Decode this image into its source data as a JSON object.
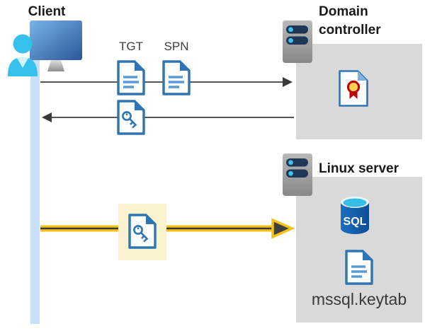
{
  "client": {
    "label": "Client"
  },
  "tickets": {
    "tgt_label": "TGT",
    "spn_label": "SPN"
  },
  "domain_controller": {
    "label": "Domain controller"
  },
  "linux_server": {
    "label": "Linux server",
    "sql_label": "SQL",
    "keytab_label": "mssql.keytab"
  },
  "icons": {
    "client": "person-at-computer-icon",
    "domain_controller": "server-icon",
    "linux_server": "server-icon",
    "tgt": "document-icon",
    "spn": "document-icon",
    "service_ticket": "key-document-icon",
    "highlighted_ticket": "key-document-icon",
    "certificate": "certificate-icon",
    "database": "sql-database-icon",
    "keytab_file": "document-icon"
  },
  "colors": {
    "doc_border_blue": "#2E75B6",
    "doc_line_blue": "#5B9BD5",
    "box_gray": "#D9D9D9",
    "arrow_gray": "#565656",
    "arrowhead_dark": "#3A3A3A",
    "kerberos_yellow": "#F5C211",
    "highlight_cream": "#FAF3CF",
    "lifeline_blue": "#C9DFF9",
    "person_cyan": "#35C1EC",
    "server_pill_navy": "#1F3757",
    "server_dot_cyan": "#41C0E8",
    "cert_red": "#C00000",
    "cert_gold": "#FFD34D",
    "sql_body_blue": "#1263B1",
    "sql_top_cyan": "#37BDE8"
  }
}
